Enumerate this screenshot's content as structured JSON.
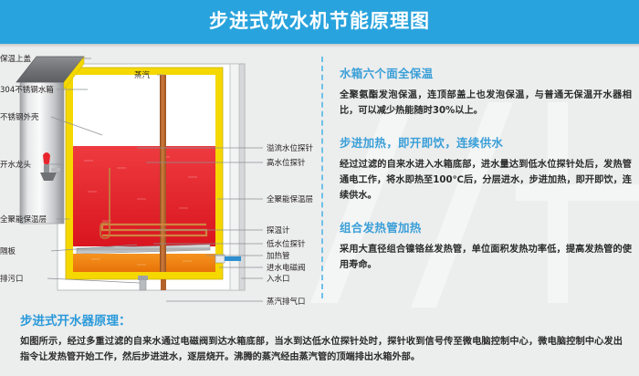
{
  "banner": {
    "title": "步进式饮水机节能原理图"
  },
  "diagram": {
    "steam_label": "蒸汽",
    "left_labels": [
      "保温上盖",
      "304不锈钢水箱",
      "不锈钢外壳",
      "开水龙头",
      "全聚能保温层",
      "隔板",
      "排污口"
    ],
    "right_labels": [
      "溢流水位探针",
      "高水位探针",
      "全聚能保温层",
      "探温计",
      "低水位探针",
      "加热管",
      "进水电磁阀",
      "入水口",
      "蒸汽排气口"
    ],
    "colors": {
      "hot_water": "#e8252f",
      "cold_water": "#f08215",
      "insulation": "#f5d800",
      "steel": "#c9cbcd",
      "cap": "#77787b",
      "pipe": "#b5622a",
      "inlet": "#2f8fd0"
    }
  },
  "panel": {
    "sections": [
      {
        "heading": "水箱六个面全保温",
        "body": "全聚氨酯发泡保温，连顶部盖上也发泡保温，与普通无保温开水器相比，可以减少热能随时30%以上。"
      },
      {
        "heading": "步进加热，即开即饮，连续供水",
        "body": "经过过滤的自来水进入水箱底部，进水量达到低水位探针处后，发热管通电工作，将水即热至100℃后，分层进水，步进加热，即开即饮，连续供水。"
      },
      {
        "heading": "组合发热管加热",
        "body": "采用大直径组合镍铬丝发热管，单位面积发热功率低，提高发热管的使用寿命。"
      }
    ]
  },
  "bottom": {
    "heading": "步进式开水器原理：",
    "body": "如图所示，经过多重过滤的自来水通过电磁阀到达水箱底部，当水到达低水位探针处时，探针收到信号传至微电脑控制中心，微电脑控制中心发出指令让发热管开始工作，然后步进进水，逐层烧开。沸腾的蒸汽经由蒸汽管的顶端排出水箱外部。"
  },
  "theme": {
    "banner_blue": "#29a3dd",
    "heading_blue": "#3a9fd8",
    "page_bg": "#eceded",
    "dash_blue": "#6ec1e8"
  }
}
